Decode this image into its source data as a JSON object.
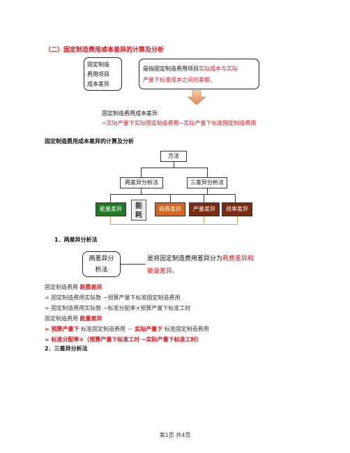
{
  "section_title": "（二）固定制造费用成本差异的计算及分析",
  "def_box": {
    "line1": "固定制造",
    "line2": "费用项目",
    "line3": "成本差异"
  },
  "desc_box": {
    "part1": "是指固定制造费用项目",
    "part2": "实际成本与实际",
    "part3": "产量下标准成本之间的差额。"
  },
  "formula": {
    "line1": "固定制造费用成本差异",
    "line2": "=实际产量下实际固定制造费用−实际产量下标准固定制造费用"
  },
  "diagram": {
    "heading": "固定制造费用成本差异的计算及分析",
    "root": "方法",
    "two": "两差异分析法",
    "three": "三差异分析法",
    "cat_energy": "能量差异",
    "energy_glyph_1": "能",
    "energy_glyph_2": "耗",
    "cat_spend": "耗费差异",
    "cat_output": "产量差异",
    "cat_efficiency": "效率差异",
    "color_green": "#1e7a23",
    "color_orange": "#d4651c",
    "color_brown": "#7b2b10",
    "color_line": "#e59f40"
  },
  "method1": {
    "heading": "1．两差异分析法",
    "box_l1": "两差异分",
    "box_l2": "析法",
    "desc1": "是将固定制造费用差异分为",
    "desc2": "耗费差异和",
    "desc3": "能量差异。"
  },
  "body_lines": {
    "l1a": "固定制造费用",
    "l1b": "耗费差异",
    "l2": "= 固定制造费用实际数 −预算产量下标准固定制造费用",
    "l3": "= 固定制造费用实际数 −标准分配率×预算产量下标准工时",
    "l4a": "固定制造费用",
    "l4b": "能量差异",
    "l5a": "= 预算产量下",
    "l5b": "标准固定制造费用 －",
    "l5c": "实际产量下",
    "l5d": "标准固定制造费用",
    "l6": "= 标准分配率×（预算产量下标准工时 −实际产量下标准工时）"
  },
  "method2_heading": "2．三差异分析法",
  "footer": "第1页 共4页"
}
